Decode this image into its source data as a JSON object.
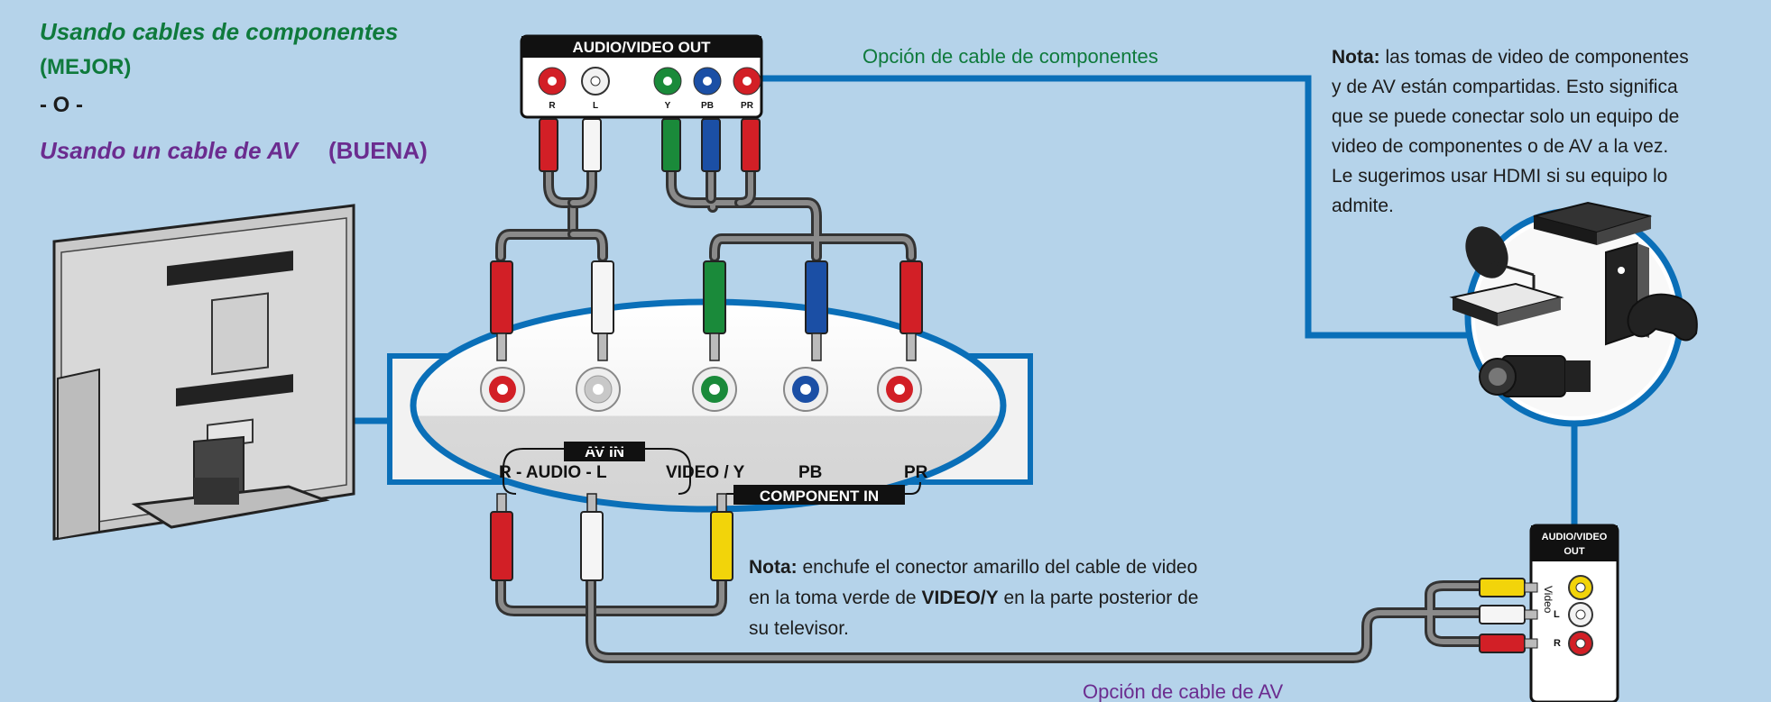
{
  "headings": {
    "component_title": "Usando cables de componentes",
    "component_rating": "(MEJOR)",
    "separator": "- O -",
    "av_title": "Usando un cable de AV",
    "av_rating": "(BUENA)"
  },
  "note_top": {
    "bold": "Nota:",
    "line1": " las tomas de video de componentes",
    "line2": "y de AV están compartidas. Esto significa",
    "line3": "que se puede conectar solo un equipo de",
    "line4": "video de componentes o de AV a la vez.",
    "line5": "Le sugerimos usar HDMI si su equipo lo",
    "line6": "admite."
  },
  "note_bottom": {
    "bold1": "Nota:",
    "line1": " enchufe el conector amarillo del cable de video",
    "line2a": "en la toma verde de ",
    "bold2": "VIDEO/Y",
    "line2b": " en la parte posterior de",
    "line3": "su televisor."
  },
  "cable_labels": {
    "component_option": "Opción de cable de componentes",
    "av_option": "Opción de cable de AV"
  },
  "source_panel": {
    "title": "AUDIO/VIDEO OUT",
    "jacks": [
      "R",
      "L",
      "Y",
      "PB",
      "PR"
    ]
  },
  "tv_panel": {
    "av_in": "AV IN",
    "audio_label": "R  - AUDIO - L",
    "video_label": "VIDEO / Y",
    "pb_label": "PB",
    "pr_label": "PR",
    "component_in": "COMPONENT IN"
  },
  "av_device_panel": {
    "title_line1": "AUDIO/VIDEO",
    "title_line2": "OUT",
    "video": "Video",
    "l": "L",
    "r": "R"
  },
  "colors": {
    "background": "#b5d3ea",
    "cable_line": "#0a6fb8",
    "red": "#d21f26",
    "white": "#f2f2f2",
    "green": "#1a8a3a",
    "blue": "#1b4fa5",
    "yellow": "#f2d40a"
  }
}
